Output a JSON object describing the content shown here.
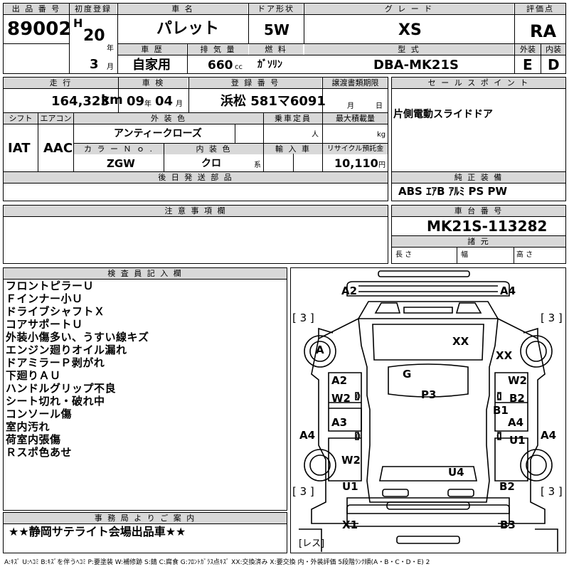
{
  "header": {
    "lot_no_label": "出 品 番 号",
    "lot_no": "89002",
    "first_reg_label": "初度登録",
    "era": "H",
    "year_no": "20",
    "year_unit": "年",
    "month_no": "3",
    "month_unit": "月",
    "car_name_label": "車 名",
    "car_name": "パレット",
    "door_label": "ドア形状",
    "door": "5W",
    "grade_label": "グ レ ー ド",
    "grade": "XS",
    "score_label": "評価点",
    "score": "RA",
    "history_label": "車 歴",
    "history": "自家用",
    "displacement_label": "排 気 量",
    "displacement": "660",
    "displacement_unit": "cc",
    "fuel_label": "燃 料",
    "fuel": "ｶﾞｿﾘﾝ",
    "model_label": "型 式",
    "model": "DBA-MK21S",
    "exterior_label": "外装",
    "exterior": "E",
    "interior_label": "内装",
    "interior": "D"
  },
  "row2": {
    "mileage_label": "走 行",
    "mileage": "164,323",
    "mileage_unit": "km",
    "inspection_label": "車 検",
    "insp_year": "09",
    "insp_year_unit": "年",
    "insp_month": "04",
    "insp_month_unit": "月",
    "plate_label": "登 録 番 号",
    "plate": "浜松 581マ6091",
    "transfer_label": "譲渡書類期限",
    "transfer_month_unit": "月",
    "transfer_day_unit": "日",
    "sales_label": "セ ー ル ス ポ イ ン ト",
    "sales_point": "片側電動スライドドア"
  },
  "row3": {
    "shift_label": "シフト",
    "shift": "IAT",
    "ac_label": "エアコン",
    "ac": "AAC",
    "ext_color_label": "外 装 色",
    "ext_color": "アンティークローズ",
    "capacity_label": "乗車定員",
    "capacity_unit": "人",
    "load_label": "最大積載量",
    "load_unit": "kg",
    "color_no_label": "カ ラ ー Ｎ ｏ .",
    "color_no": "ZGW",
    "int_color_label": "内 装 色",
    "int_color": "クロ",
    "int_color_unit": "系",
    "import_label": "輸 入 車",
    "recycle_label": "リサイクル預託金",
    "recycle": "10,110",
    "recycle_unit": "円"
  },
  "later_parts_label": "後 日 発 送 部 品",
  "equipment_label": "純 正 装 備",
  "equipment": "ABS ｴｱB ｱﾙﾐ PS PW",
  "caution_label": "注 意 事 項 欄",
  "chassis_label": "車 台 番 号",
  "chassis": "MK21S-113282",
  "spec_label": "諸 元",
  "length_label": "長 さ",
  "width_label": "幅",
  "height_label": "高 さ",
  "inspector_label": "検 査 員 記 入 欄",
  "inspector_notes": [
    "フロントピラーＵ",
    "Ｆインナー小Ｕ",
    "ドライブシャフトＸ",
    "コアサポートＵ",
    "外装小傷多い、うすい線キズ",
    "エンジン廻りオイル漏れ",
    "ドアミラーＰ剥がれ",
    "下廻りＡＵ",
    "ハンドルグリップ不良",
    "シート切れ・破れ中",
    "コンソール傷",
    "室内汚れ",
    "荷室内張傷",
    "Ｒスポ色あせ"
  ],
  "office_label": "事 務 局 よ り ご 案 内",
  "office_note": "★★静岡サテライト会場出品車★★",
  "diagram": {
    "a2_tl": "A2",
    "a4_tr": "A4",
    "tread_tl": "[ 3 ]",
    "tread_tr": "[ 3 ]",
    "a_left": "A",
    "xx_roof": "XX",
    "xx_right": "XX",
    "g": "G",
    "a2_left_door": "A2",
    "w2_left_door": "W2",
    "p3": "P3",
    "w2_right_door": "W2",
    "b2_right_door": "B2",
    "b1": "B1",
    "a3_left": "A3",
    "a4_right_door": "A4",
    "u1_right_door": "U1",
    "a4_left_side": "A4",
    "a4_right_side": "A4",
    "w2_left_rear": "W2",
    "u1_left_rear": "U1",
    "u4": "U4",
    "b2_right_rear": "B2",
    "tread_bl": "[ 3 ]",
    "tread_br": "[ 3 ]",
    "x1": "X1",
    "b3": "B3",
    "spare": "[レス]",
    "zero1": "0",
    "zero2": "0",
    "zero3": "0",
    "zero4": "0"
  },
  "legend": "A:ｷｽﾞ U:ﾍｺﾐ B:ｷｽﾞを伴うﾍｺﾐ P:要塗装 W:補修跡 S:錆 C:腐食 G:ﾌﾛﾝﾄｶﾞﾗｽ点ｷｽﾞ XX:交換済み X:要交換 内・外装評価 5段階ﾗﾝｸ順(A・B・C・D・E) 2"
}
